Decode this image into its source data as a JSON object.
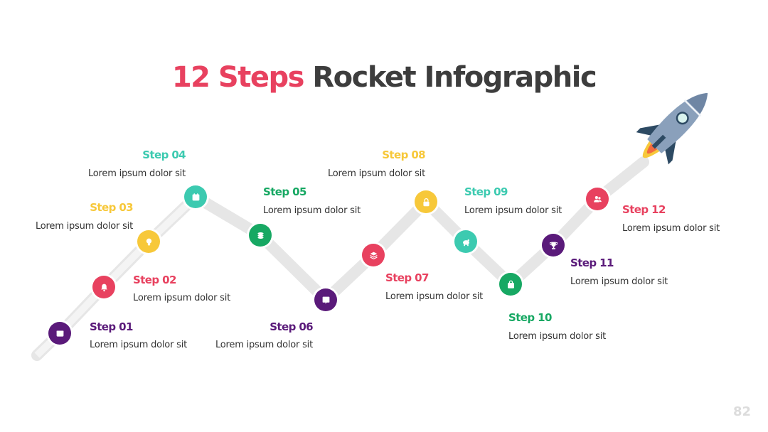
{
  "title": {
    "accent": "12 Steps",
    "rest": " Rocket Infographic"
  },
  "colors": {
    "purple": "#5a1a7a",
    "red": "#e8415f",
    "yellow": "#f7c83a",
    "teal": "#3ccab0",
    "green": "#17a863",
    "path": "#e6e6e6"
  },
  "steps": [
    {
      "title": "Step 01",
      "text": "Lorem ipsum dolor sit",
      "color": "#5a1a7a",
      "icon": "browser-window-icon"
    },
    {
      "title": "Step 02",
      "text": "Lorem ipsum dolor sit",
      "color": "#e8415f",
      "icon": "bell-icon"
    },
    {
      "title": "Step 03",
      "text": "Lorem ipsum dolor sit",
      "color": "#f7c83a",
      "icon": "lightbulb-icon"
    },
    {
      "title": "Step 04",
      "text": "Lorem ipsum dolor sit",
      "color": "#3ccab0",
      "icon": "calendar-icon"
    },
    {
      "title": "Step 05",
      "text": "Lorem ipsum dolor sit",
      "color": "#17a863",
      "icon": "coins-icon"
    },
    {
      "title": "Step 06",
      "text": "Lorem ipsum dolor sit",
      "color": "#5a1a7a",
      "icon": "chat-bubble-icon"
    },
    {
      "title": "Step 07",
      "text": "Lorem ipsum dolor sit",
      "color": "#e8415f",
      "icon": "layers-icon"
    },
    {
      "title": "Step 08",
      "text": "Lorem ipsum dolor sit",
      "color": "#f7c83a",
      "icon": "padlock-icon"
    },
    {
      "title": "Step 09",
      "text": "Lorem ipsum dolor sit",
      "color": "#3ccab0",
      "icon": "piggy-bank-icon"
    },
    {
      "title": "Step 10",
      "text": "Lorem ipsum dolor sit",
      "color": "#17a863",
      "icon": "shopping-bag-icon"
    },
    {
      "title": "Step 11",
      "text": "Lorem ipsum dolor sit",
      "color": "#5a1a7a",
      "icon": "trophy-icon"
    },
    {
      "title": "Step 12",
      "text": "Lorem ipsum dolor sit",
      "color": "#e8415f",
      "icon": "users-icon"
    }
  ],
  "page_number": "82"
}
